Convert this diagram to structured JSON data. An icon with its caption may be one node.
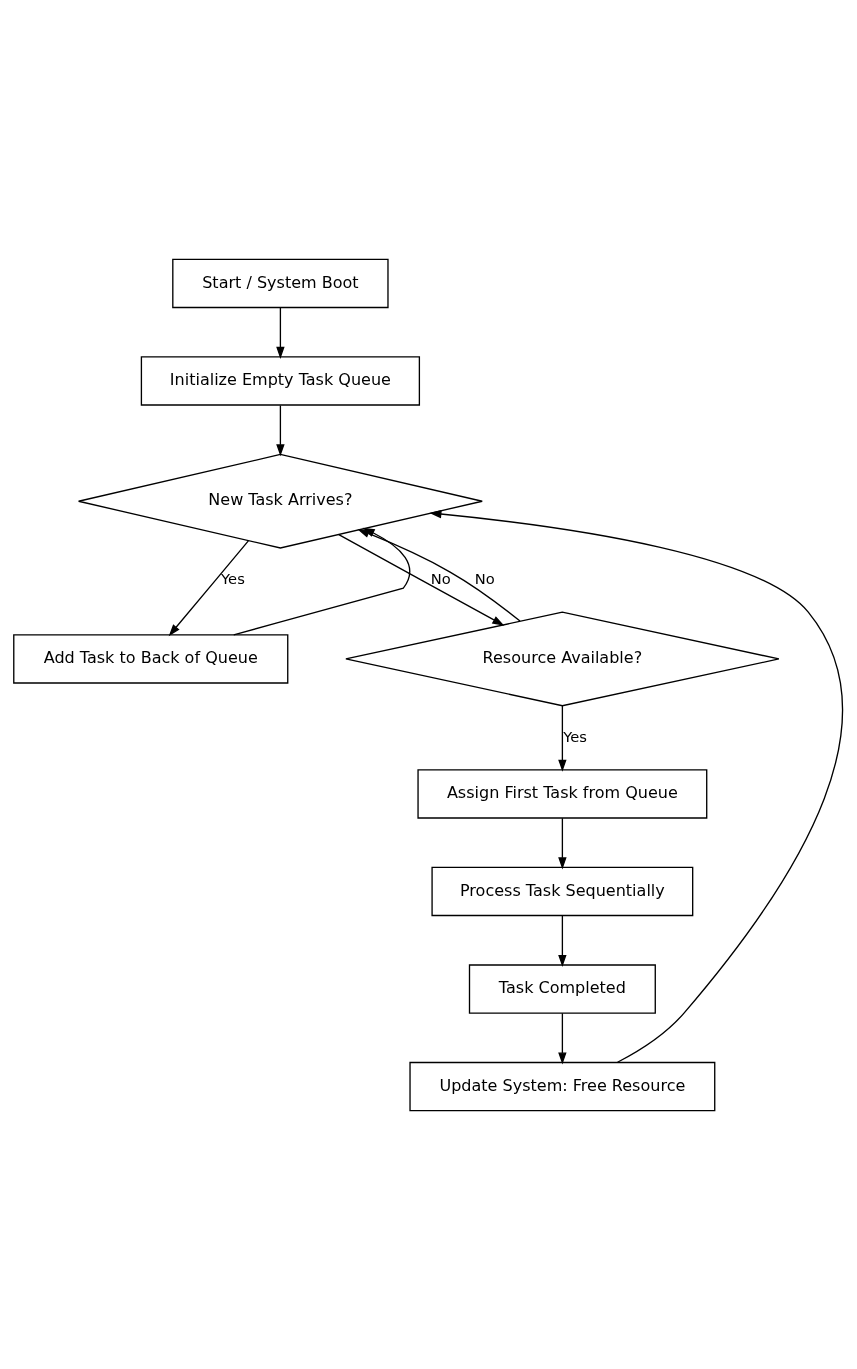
{
  "diagram": {
    "nodes": [
      {
        "text": [
          "Start / System Boot"
        ]
      },
      {
        "text": [
          "Initialize Empty Task Queue"
        ]
      },
      {
        "text": [
          "New Task Arrives?"
        ]
      },
      {
        "text": [
          "Add Task to Back of Queue"
        ]
      },
      {
        "text": [
          "Resource Available?"
        ]
      },
      {
        "text": [
          "Assign First Task from Queue"
        ]
      },
      {
        "text": [
          "Process Task Sequentially"
        ]
      },
      {
        "text": [
          "Task Completed"
        ]
      },
      {
        "text": [
          "Update System: Free Resource"
        ]
      }
    ],
    "edges": [
      {
        "from": 0,
        "to": 1,
        "arrow": "to"
      },
      {
        "from": 1,
        "to": 2,
        "arrow": "to"
      },
      {
        "from": 2,
        "to": 3,
        "arrow": "to",
        "label": "Yes"
      },
      {
        "from": 3,
        "to": 2,
        "arrow": "to"
      },
      {
        "from": 2,
        "to": 4,
        "arrow": "to",
        "label": "No"
      },
      {
        "from": 4,
        "to": 2,
        "arrow": "to",
        "label": "No"
      },
      {
        "from": 4,
        "to": 5,
        "arrow": "to",
        "label": "Yes"
      },
      {
        "from": 5,
        "to": 6,
        "arrow": "to"
      },
      {
        "from": 6,
        "to": 7,
        "arrow": "to"
      },
      {
        "from": 7,
        "to": 8,
        "arrow": "to"
      },
      {
        "from": 8,
        "to": 2,
        "arrow": "to"
      }
    ]
  }
}
